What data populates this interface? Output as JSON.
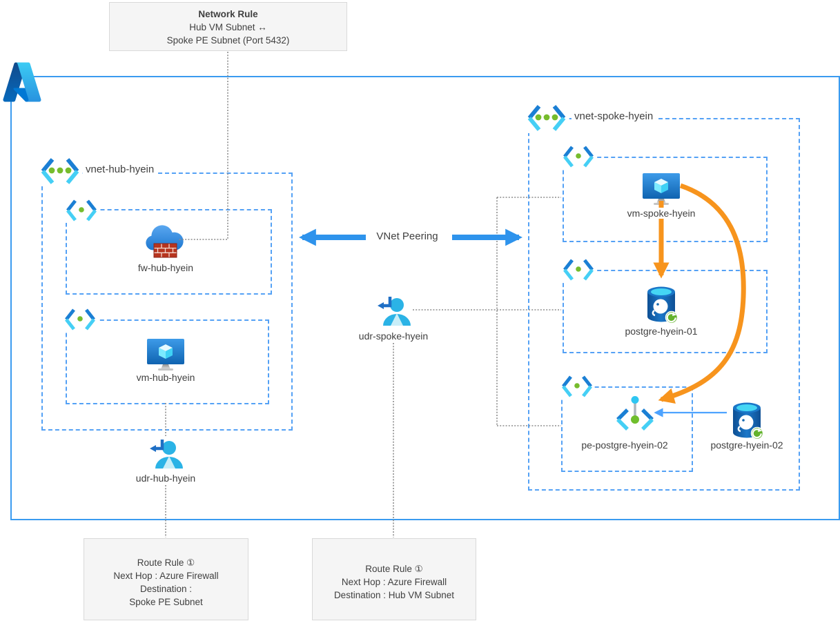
{
  "colors": {
    "outer_border_blue": "#3A9BF0",
    "dashed_blue": "#54A1F5",
    "peering_arrow_blue": "#2E93EC",
    "flow_orange": "#F7941D",
    "dotted_gray": "#8C8C8C",
    "note_box_bg": "#F5F5F5",
    "note_box_border": "#D9D9D9",
    "text": "#404040"
  },
  "network_rule_box": {
    "title": "Network Rule",
    "lines": [
      "Hub VM Subnet ↔",
      "Spoke PE Subnet (Port 5432)"
    ]
  },
  "hub_vnet": {
    "label": "vnet-hub-hyein",
    "firewall_label": "fw-hub-hyein",
    "vm_label": "vm-hub-hyein"
  },
  "hub_udr_label": "udr-hub-hyein",
  "peering_label": "VNet Peering",
  "spoke_udr_label": "udr-spoke-hyein",
  "spoke_vnet": {
    "label": "vnet-spoke-hyein",
    "vm_label": "vm-spoke-hyein",
    "postgre01_label": "postgre-hyein-01",
    "pe_label": "pe-postgre-hyein-02",
    "postgre02_label": "postgre-hyein-02"
  },
  "route_rule_left": {
    "lines": [
      "Route Rule ①",
      "Next Hop : Azure Firewall",
      "Destination :",
      "Spoke PE Subnet"
    ]
  },
  "route_rule_right": {
    "lines": [
      "Route Rule ①",
      "Next Hop : Azure Firewall",
      "Destination : Hub VM Subnet"
    ]
  }
}
